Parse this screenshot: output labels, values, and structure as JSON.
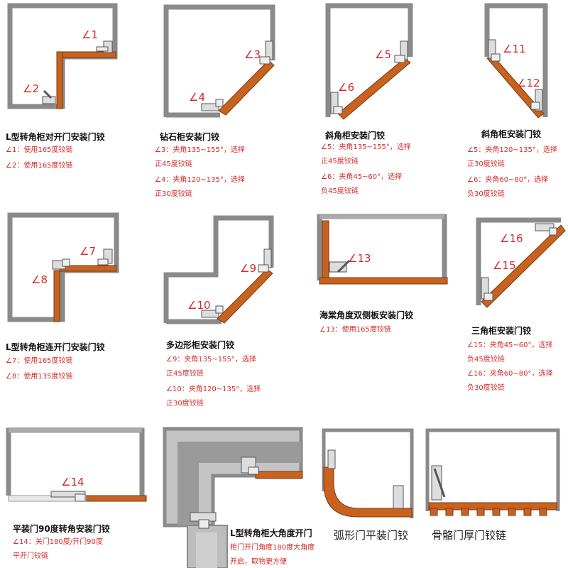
{
  "colors": {
    "cabinet": "#8a8a8a",
    "door": "#c8621e",
    "door_edge": "#7a3a10",
    "hinge": "#d8d8d8",
    "label": "#d42a2a"
  },
  "panels": {
    "p1": {
      "title": "L型转角柜对开门安装门铰",
      "angles": [
        "∠1",
        "∠2"
      ],
      "notes": [
        "∠1：使用165度铰链",
        "∠2：使用165度铰链"
      ]
    },
    "p2": {
      "title": "钻石柜安装门铰",
      "angles": [
        "∠3",
        "∠4"
      ],
      "notes": [
        "∠3：夹角135~155°，选择",
        "正45度铰链",
        "∠4：夹角120~135°，选择",
        "正30度铰链"
      ]
    },
    "p3": {
      "title": "斜角柜安装门铰",
      "angles": [
        "∠5",
        "∠6"
      ],
      "notes": [
        "∠5：夹角135~155°，选择",
        "正45度铰链",
        "∠6：夹角45~60°，选择",
        "负45度铰链"
      ]
    },
    "p4": {
      "title": "斜角柜安装门铰",
      "angles": [
        "∠11",
        "∠12"
      ],
      "notes": [
        "∠5：夹角120~135°，选择",
        "正30度铰链",
        "∠6：夹角60~80°，选择",
        "负30度铰链"
      ]
    },
    "p5": {
      "title": "L型转角柜连开门安装门铰",
      "angles": [
        "∠7",
        "∠8"
      ],
      "notes": [
        "∠7：使用165度铰链",
        "∠8：使用135度铰链"
      ]
    },
    "p6": {
      "title": "多边形柜安装门铰",
      "angles": [
        "∠9",
        "∠10"
      ],
      "notes": [
        "∠9：夹角135~155°，选择",
        "正45度铰链",
        "∠10：夹角120~135°，选择",
        "正30度铰链"
      ]
    },
    "p7": {
      "title": "海棠角度双侧板安装门铰",
      "angles": [
        "∠13"
      ],
      "notes": [
        "∠13：使用165度铰链"
      ]
    },
    "p8": {
      "title": "三角柜安装门铰",
      "angles": [
        "∠16",
        "∠15"
      ],
      "notes": [
        "∠15：夹角45~60°，选择",
        "负45度铰链",
        "∠16：夹角60~80°，选择",
        "负30度铰链"
      ]
    },
    "p9": {
      "title": "平装门90度转角安装门铰",
      "angles": [
        "∠14"
      ],
      "notes": [
        "∠14：关门180度/开门90度",
        "平开门铰链"
      ]
    },
    "p10": {
      "title": "L型转角柜大角度开门",
      "notes": [
        "柜门开门角度180度大角度",
        "开启，取物更方便"
      ]
    },
    "p11": {
      "title": "弧形门平装门铰"
    },
    "p12": {
      "title": "骨骼门厚门铰链"
    }
  }
}
